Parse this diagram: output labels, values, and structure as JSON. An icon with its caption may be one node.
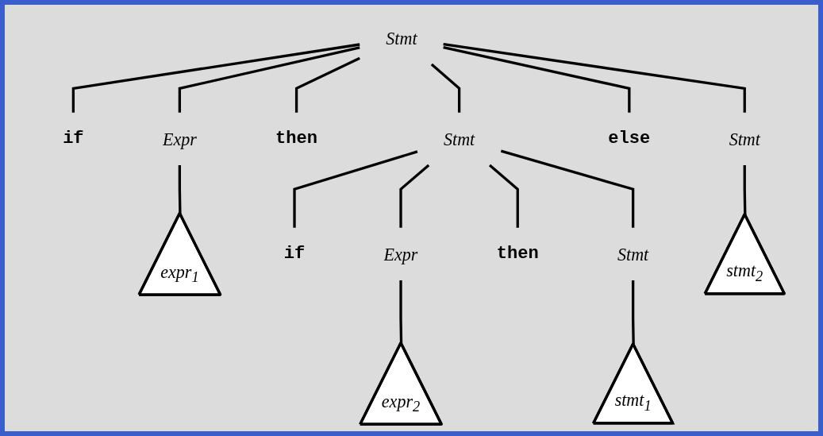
{
  "diagram": {
    "nodes": [
      {
        "text": [
          "Stmt"
        ]
      },
      {
        "text": [
          "if"
        ]
      },
      {
        "text": [
          "Expr"
        ]
      },
      {
        "text": [
          "then"
        ]
      },
      {
        "text": [
          "Stmt"
        ]
      },
      {
        "text": [
          "else"
        ]
      },
      {
        "text": [
          "Stmt"
        ]
      },
      {
        "text": [
          "expr$_{1}$"
        ]
      },
      {
        "text": [
          "if"
        ]
      },
      {
        "text": [
          "Expr"
        ]
      },
      {
        "text": [
          "then"
        ]
      },
      {
        "text": [
          "Stmt"
        ]
      },
      {
        "text": [
          "stmt$_{2}$"
        ]
      },
      {
        "text": [
          "expr$_{2}$"
        ]
      },
      {
        "text": [
          "stmt$_{1}$"
        ]
      }
    ],
    "edges": [
      {
        "from": 0,
        "to": 1,
        "arrow": "none"
      },
      {
        "from": 0,
        "to": 2,
        "arrow": "none"
      },
      {
        "from": 0,
        "to": 3,
        "arrow": "none"
      },
      {
        "from": 0,
        "to": 4,
        "arrow": "none"
      },
      {
        "from": 0,
        "to": 5,
        "arrow": "none"
      },
      {
        "from": 0,
        "to": 6,
        "arrow": "none"
      },
      {
        "from": 2,
        "to": 7,
        "arrow": "none"
      },
      {
        "from": 4,
        "to": 8,
        "arrow": "none"
      },
      {
        "from": 4,
        "to": 9,
        "arrow": "none"
      },
      {
        "from": 4,
        "to": 10,
        "arrow": "none"
      },
      {
        "from": 4,
        "to": 11,
        "arrow": "none"
      },
      {
        "from": 6,
        "to": 12,
        "arrow": "none"
      },
      {
        "from": 9,
        "to": 13,
        "arrow": "none"
      },
      {
        "from": 11,
        "to": 14,
        "arrow": "none"
      }
    ]
  }
}
